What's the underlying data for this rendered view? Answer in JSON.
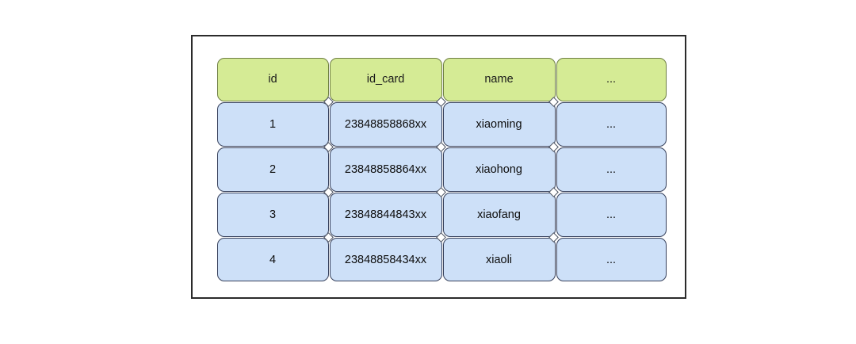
{
  "diagram": {
    "title": "database-table-illustration",
    "frame": {
      "border_color": "#2b2b2b"
    },
    "colors": {
      "header_fill": "#d5eb95",
      "header_border": "#6f7f44",
      "cell_fill": "#cde0f8",
      "cell_border": "#37415c",
      "page_background": "#ffffff",
      "text": "#111111"
    }
  },
  "table": {
    "columns": [
      {
        "key": "id",
        "label": "id"
      },
      {
        "key": "id_card",
        "label": "id_card"
      },
      {
        "key": "name",
        "label": "name"
      },
      {
        "key": "more",
        "label": "..."
      }
    ],
    "rows": [
      {
        "id": "1",
        "id_card": "23848858868xx",
        "name": "xiaoming",
        "more": "..."
      },
      {
        "id": "2",
        "id_card": "23848858864xx",
        "name": "xiaohong",
        "more": "..."
      },
      {
        "id": "3",
        "id_card": "23848844843xx",
        "name": "xiaofang",
        "more": "..."
      },
      {
        "id": "4",
        "id_card": "23848858434xx",
        "name": "xiaoli",
        "more": "..."
      }
    ]
  }
}
